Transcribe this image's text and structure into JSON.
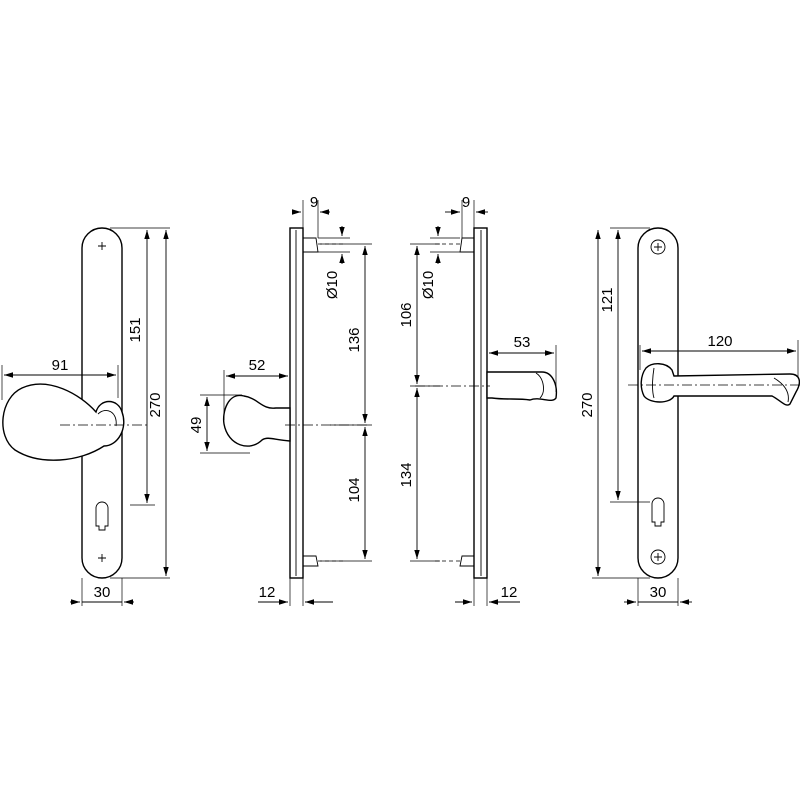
{
  "drawing": {
    "view_1": {
      "width": "30",
      "height_total": "270",
      "height_upper": "151",
      "projection": "91"
    },
    "view_2": {
      "gap": "9",
      "hole": "Ø10",
      "upper": "136",
      "lower": "104",
      "projection": "52",
      "knob_height": "49",
      "thickness": "12"
    },
    "view_3": {
      "gap": "9",
      "hole": "Ø10",
      "upper": "106",
      "lower": "134",
      "projection": "53",
      "thickness": "12"
    },
    "view_4": {
      "width": "30",
      "height_total": "270",
      "height_upper": "121",
      "lever_length": "120"
    }
  }
}
